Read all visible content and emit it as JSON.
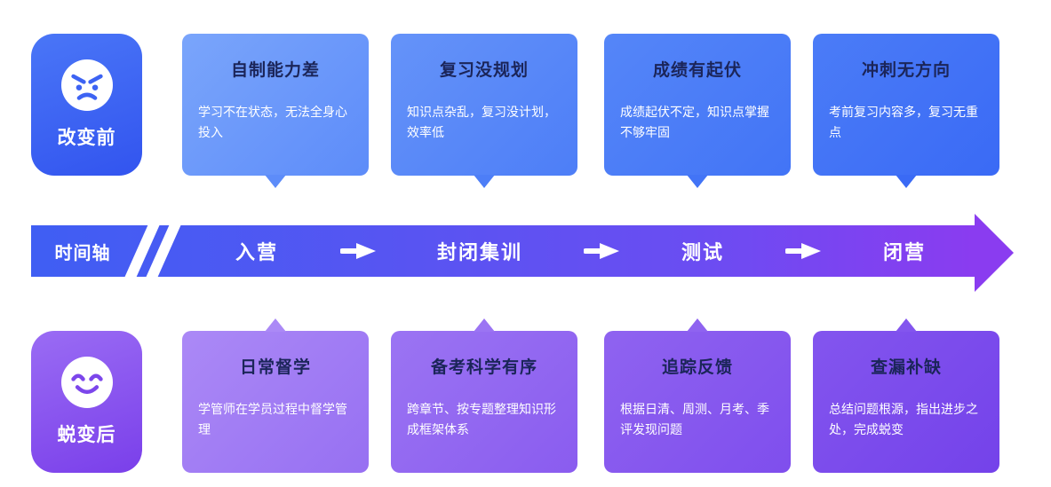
{
  "badges": {
    "before": {
      "label": "改变前"
    },
    "after": {
      "label": "蜕变后"
    }
  },
  "timeline": {
    "axis_label": "时间轴",
    "stages": [
      "入营",
      "封闭集训",
      "测试",
      "闭营"
    ]
  },
  "before_cards": [
    {
      "title": "自制能力差",
      "desc": "学习不在状态，无法全身心投入"
    },
    {
      "title": "复习没规划",
      "desc": "知识点杂乱，复习没计划，效率低"
    },
    {
      "title": "成绩有起伏",
      "desc": "成绩起伏不定，知识点掌握不够牢固"
    },
    {
      "title": "冲刺无方向",
      "desc": "考前复习内容多，复习无重点"
    }
  ],
  "after_cards": [
    {
      "title": "日常督学",
      "desc": "学管师在学员过程中督学管理"
    },
    {
      "title": "备考科学有序",
      "desc": "跨章节、按专题整理知识形成框架体系"
    },
    {
      "title": "追踪反馈",
      "desc": "根据日清、周测、月考、季评发现问题"
    },
    {
      "title": "查漏补缺",
      "desc": "总结问题根源，指出进步之处，完成蜕变"
    }
  ],
  "colors": {
    "before_blue": "#3a6af5",
    "after_purple": "#7a3fea",
    "timeline_start": "#3f5ef3",
    "timeline_end": "#8a3cf0",
    "title_text": "#1b2559",
    "body_text": "#ffffff"
  }
}
